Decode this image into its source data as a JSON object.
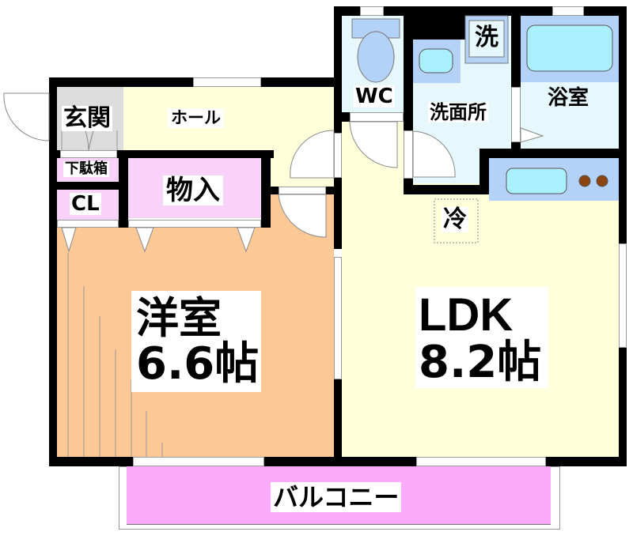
{
  "floorplan": {
    "rooms": {
      "genkan": {
        "label": "玄関",
        "color": "#dcdcdc"
      },
      "hall": {
        "label": "ホール",
        "color": "#ffffdc"
      },
      "shoebox": {
        "label": "下駄箱",
        "color": "#f8d2f8"
      },
      "closet": {
        "label": "CL",
        "color": "#f8d2f8"
      },
      "storage": {
        "label": "物入",
        "color": "#f8d2f8"
      },
      "western_room": {
        "label_line1": "洋室",
        "label_line2": "6.6帖",
        "color": "#fcc896"
      },
      "ldk": {
        "label_line1": "LDK",
        "label_line2": "8.2帖",
        "color": "#ffffdc"
      },
      "wc": {
        "label": "WC",
        "color": "#e6f8fc"
      },
      "washroom": {
        "label": "洗面所",
        "color": "#e6f8fc"
      },
      "washer": {
        "label": "洗"
      },
      "bathroom": {
        "label": "浴室",
        "color": "#e6f8fc"
      },
      "fridge": {
        "label": "冷"
      },
      "balcony": {
        "label": "バルコニー",
        "color": "#fcaafc"
      }
    },
    "colors": {
      "wall": "#000000",
      "fixture_blue": "#b4d2f8",
      "fixture_cyan": "#aaf0fc",
      "stove_burner": "#8b4513"
    }
  }
}
